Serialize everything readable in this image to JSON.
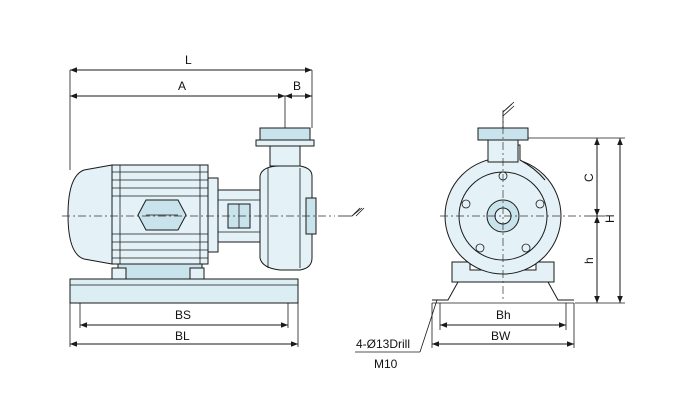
{
  "labels": {
    "L": "L",
    "A": "A",
    "B": "B",
    "BS": "BS",
    "BL": "BL",
    "C": "C",
    "H": "H",
    "h": "h",
    "Bh": "Bh",
    "BW": "BW",
    "drill": "4-Ø13Drill",
    "thread": "M10"
  },
  "colors": {
    "body_fill": "#e4f2f7",
    "shade_fill": "#c9e3ec",
    "line": "#1a1a1a"
  },
  "icons": {
    "arrow_symbol": "flow-direction-symbol"
  }
}
